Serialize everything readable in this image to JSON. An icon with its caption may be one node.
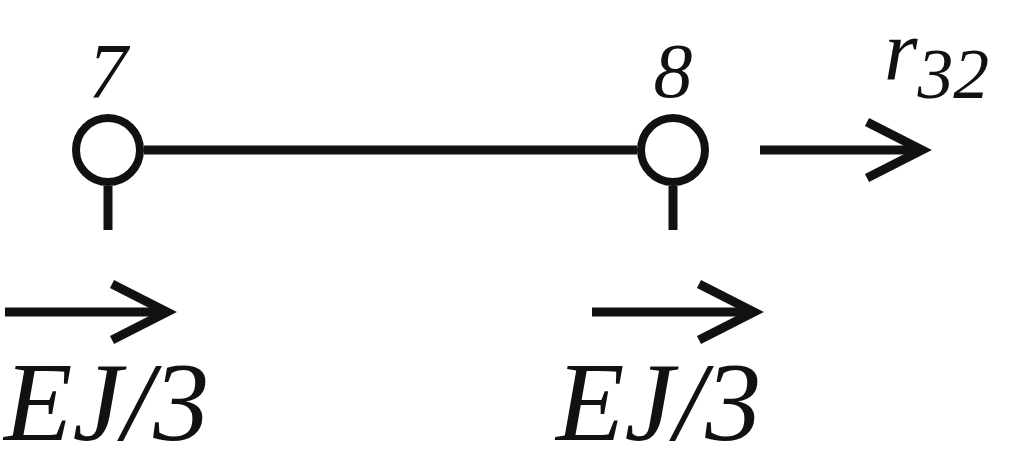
{
  "diagram": {
    "nodes": [
      {
        "text": [],
        "shape": "circle",
        "beside": [
          "7"
        ]
      },
      {
        "text": [],
        "shape": "circle",
        "beside": [
          "8"
        ]
      }
    ],
    "edges": [
      {
        "from": 0,
        "to": 1,
        "arrow": "none"
      }
    ],
    "labels": [
      "r$_{32}$",
      "EJ/3",
      "EJ/3"
    ]
  }
}
